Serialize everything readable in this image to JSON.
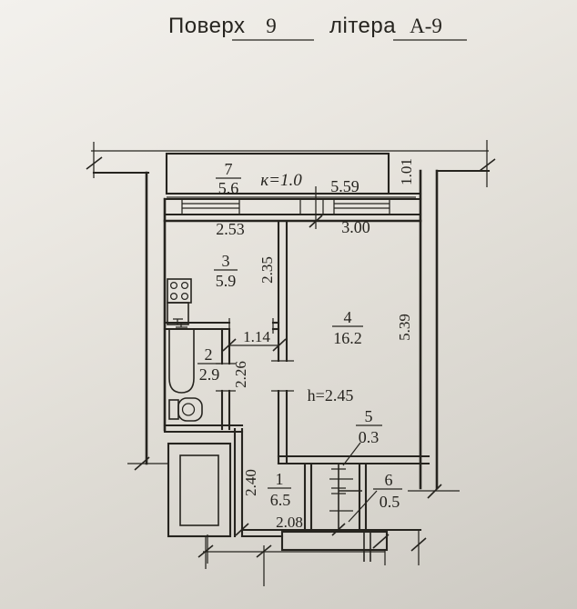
{
  "header": {
    "field1_label": "Поверх",
    "field1_value": "9",
    "field2_label": "літера",
    "field2_value": "А-9"
  },
  "plan": {
    "balcony": {
      "number": "7",
      "area": "5.6",
      "coef": "к=1.0"
    },
    "kitchen": {
      "number": "3",
      "area": "5.9"
    },
    "living": {
      "number": "4",
      "area": "16.2",
      "height": "h=2.45"
    },
    "bath": {
      "number": "2",
      "area": "2.9"
    },
    "hall": {
      "number": "1",
      "area": "6.5"
    },
    "closet5": {
      "number": "5",
      "area": "0.3"
    },
    "closet6": {
      "number": "6",
      "area": "0.5"
    },
    "dims": {
      "balcony_width": "5.59",
      "balcony_depth": "1.01",
      "kitchen_width": "2.53",
      "living_width": "3.00",
      "kitchen_depth": "2.35",
      "living_depth": "5.39",
      "door_width": "1.14",
      "bath_depth": "2.26",
      "hall_depth": "2.40",
      "hall_width": "2.08"
    }
  },
  "colors": {
    "paper": "#e4e1db",
    "ink": "#26241f"
  }
}
